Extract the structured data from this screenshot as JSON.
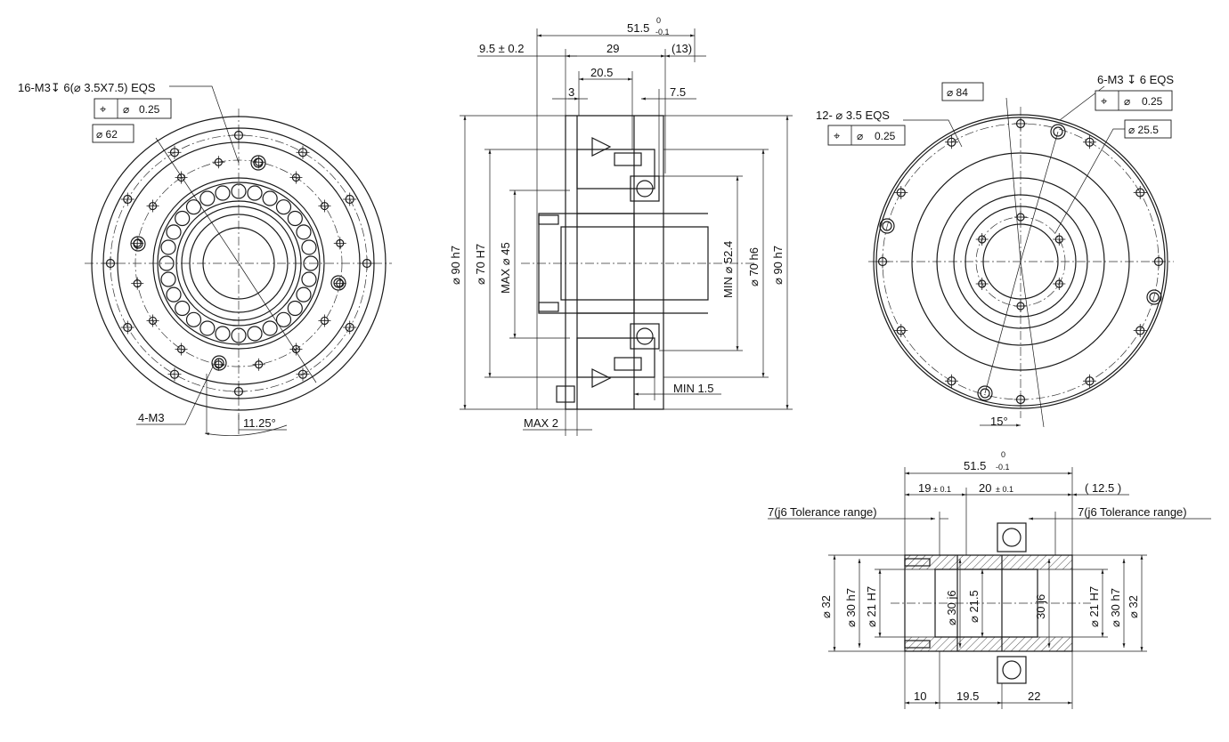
{
  "left_view": {
    "callout_tapped": "16-M3↧ 6(⌀ 3.5X7.5) EQS",
    "fcf_position_symbol": "⌖",
    "fcf_diameter_symbol": "⌀",
    "fcf_tolerance": "0.25",
    "bolt_circle": "⌀ 62",
    "callout_small": "4-M3",
    "angle": "11.25°"
  },
  "section_view": {
    "overall_length": "51.5",
    "overall_tol_upper": "0",
    "overall_tol_lower": "-0.1",
    "offset": "9.5 ± 0.2",
    "d_29": "29",
    "d_13": "(13)",
    "d_20_5": "20.5",
    "d_3": "3",
    "d_7_5": "7.5",
    "dia_90_left": "⌀ 90 h7",
    "dia_70_left": "⌀ 70 H7",
    "dia_45": "MAX ⌀ 45",
    "dia_52_4": "MIN ⌀ 52.4",
    "dia_70_right": "⌀ 70 h6",
    "dia_90_right": "⌀ 90 h7",
    "min_1_5": "MIN 1.5",
    "max_2": "MAX 2"
  },
  "right_view": {
    "bolt_circle": "⌀ 84",
    "callout_12": "12- ⌀ 3.5 EQS",
    "callout_6m3": "6-M3 ↧ 6 EQS",
    "fcf_position_symbol": "⌖",
    "fcf_diameter_symbol": "⌀",
    "fcf_tol_a": "0.25",
    "fcf_tol_b": "0.25",
    "dia_25_5": "⌀ 25.5",
    "angle": "15°"
  },
  "shaft_view": {
    "overall_length": "51.5",
    "overall_tol_upper": "0",
    "overall_tol_lower": "-0.1",
    "d_19": "19",
    "d_19_tol": "± 0.1",
    "d_20": "20",
    "d_20_tol": "± 0.1",
    "d_12_5": "( 12.5 )",
    "tol_left": "7(j6 Tolerance range)",
    "tol_right": "7(j6 Tolerance range)",
    "dia_32_left": "⌀ 32",
    "dia_30_left": "⌀ 30 h7",
    "dia_21_left": "⌀ 21 H7",
    "dia_30_j6_left": "⌀ 30 j6",
    "dia_21_5": "⌀ 21.5",
    "dia_30_j6_right": "30 j6",
    "dia_21_right": "⌀ 21 H7",
    "dia_30_right": "⌀ 30 h7",
    "dia_32_right": "⌀ 32",
    "d_10": "10",
    "d_19_5": "19.5",
    "d_22": "22"
  }
}
